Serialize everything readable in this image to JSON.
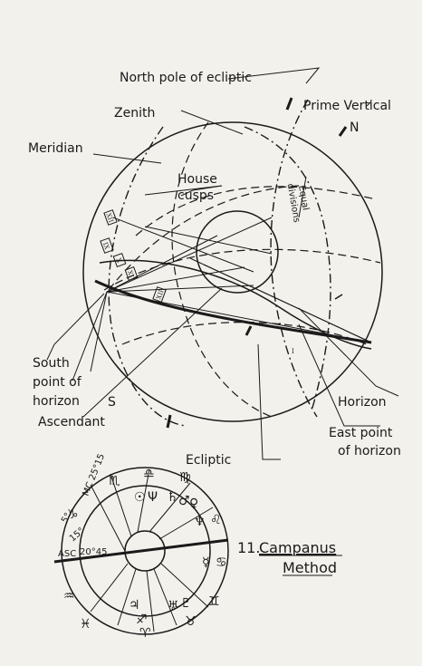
{
  "sphere_labels": {
    "north_pole": "North pole of ecliptic",
    "prime_vertical": "Prime Vertical",
    "zenith": "Zenith",
    "n": "N",
    "meridian": "Meridian",
    "house_cusps_1": "House",
    "house_cusps_2": "cusps",
    "equal_1": "Equal",
    "equal_2": "divisions",
    "south_1": "South",
    "south_2": "point of",
    "south_3": "horizon",
    "s": "S",
    "ascendant": "Ascendant",
    "horizon": "Horizon",
    "east_1": "East point",
    "east_2": "of horizon",
    "ecliptic": "Ecliptic"
  },
  "house_numerals": [
    "XII",
    "IX",
    "X",
    "XI",
    "XII",
    "I"
  ],
  "wheel": {
    "mc": "MC 25°15",
    "asc": "ASC",
    "asc_degree": "20°45",
    "deg_1": "5°",
    "deg_2": "15°",
    "signs": [
      "♏",
      "♎",
      "♍",
      "♌",
      "♋",
      "♊",
      "♉",
      "♈",
      "♓",
      "♒",
      "♑",
      "♐"
    ],
    "planets": [
      "☉",
      "Ψ",
      "♄",
      "♂",
      "♀",
      "♆",
      "♃",
      "♅",
      "♇",
      "☿"
    ]
  },
  "caption": {
    "number": "11.",
    "line1": "Campanus",
    "line2": "Method"
  }
}
